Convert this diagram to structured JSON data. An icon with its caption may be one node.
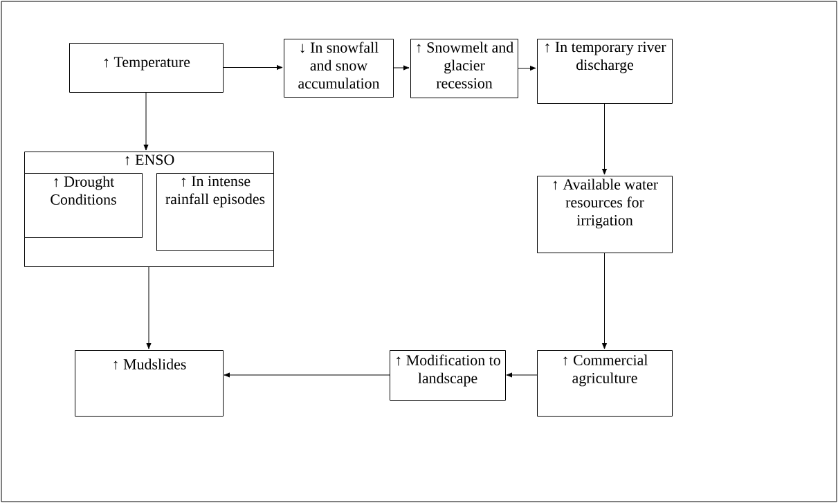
{
  "diagram": {
    "nodes": [
      {
        "text": [
          "↑ Temperature"
        ]
      },
      {
        "text": [
          "↓ In snowfall and snow accumulation"
        ]
      },
      {
        "text": [
          "↑ Snowmelt and glacier recession"
        ]
      },
      {
        "text": [
          "↑ In temporary river discharge"
        ]
      },
      {
        "text": [
          "↑ ENSO"
        ]
      },
      {
        "text": [
          "↑ Drought Conditions"
        ],
        "in": 4
      },
      {
        "text": [
          "↑ In intense rainfall episodes"
        ],
        "in": 4
      },
      {
        "text": [
          "↑ Available water resources for irrigation"
        ]
      },
      {
        "text": [
          "↑ Mudslides"
        ]
      },
      {
        "text": [
          "↑ Modification to landscape"
        ]
      },
      {
        "text": [
          "↑ Commercial agriculture"
        ]
      }
    ],
    "edges": [
      {
        "from": 0,
        "to": 1,
        "arrow": "to"
      },
      {
        "from": 1,
        "to": 2,
        "arrow": "to"
      },
      {
        "from": 2,
        "to": 3,
        "arrow": "to"
      },
      {
        "from": 0,
        "to": 4,
        "arrow": "to"
      },
      {
        "from": 3,
        "to": 7,
        "arrow": "to"
      },
      {
        "from": 4,
        "to": 8,
        "arrow": "to"
      },
      {
        "from": 7,
        "to": 10,
        "arrow": "to"
      },
      {
        "from": 10,
        "to": 9,
        "arrow": "to"
      },
      {
        "from": 9,
        "to": 8,
        "arrow": "to"
      }
    ]
  }
}
